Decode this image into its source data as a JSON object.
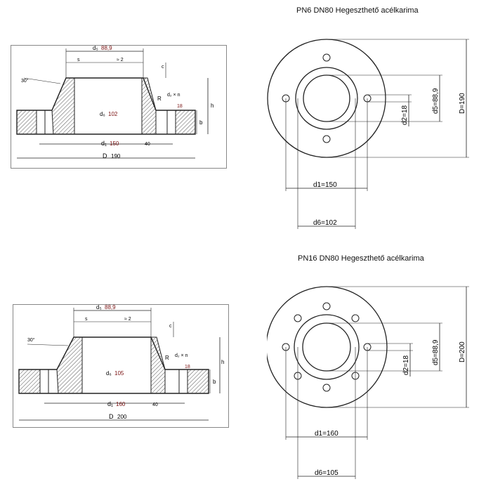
{
  "pn6": {
    "title": "PN6 DN80 Hegeszthető acélkarima",
    "section": {
      "d5": "88,9",
      "d6": "102",
      "d1": "150",
      "D": "190",
      "d2": "18",
      "angle": "30°",
      "approx": "≈ 2",
      "s": "s",
      "c": "c",
      "h": "h",
      "b": "b",
      "r": "R",
      "d2xn": "d₂ × n",
      "weld": "40",
      "d5_label": "d₅",
      "d6_label": "d₆",
      "d1_label": "d₁",
      "D_label": "D"
    },
    "plan": {
      "d1": "d1=150",
      "d6": "d6=102",
      "d2": "d2=18",
      "d5": "d5=88,9",
      "D": "D=190",
      "holes": 4
    }
  },
  "pn16": {
    "title": "PN16 DN80 Hegeszthető acélkarima",
    "section": {
      "d5": "88,9",
      "d6": "105",
      "d1": "160",
      "D": "200",
      "d2": "18",
      "angle": "30°",
      "approx": "≈ 2",
      "s": "s",
      "c": "c",
      "h": "h",
      "b": "b",
      "r": "R",
      "d2xn": "d₂ × n",
      "weld": "40",
      "d5_label": "d₅",
      "d6_label": "d₆",
      "d1_label": "d₁",
      "D_label": "D"
    },
    "plan": {
      "d1": "d1=160",
      "d6": "d6=105",
      "d2": "d2=18",
      "d5": "d5=88,9",
      "D": "D=200",
      "holes": 8
    }
  },
  "colors": {
    "value": "#7a1212",
    "line": "#222222",
    "hatch": "#555555"
  }
}
